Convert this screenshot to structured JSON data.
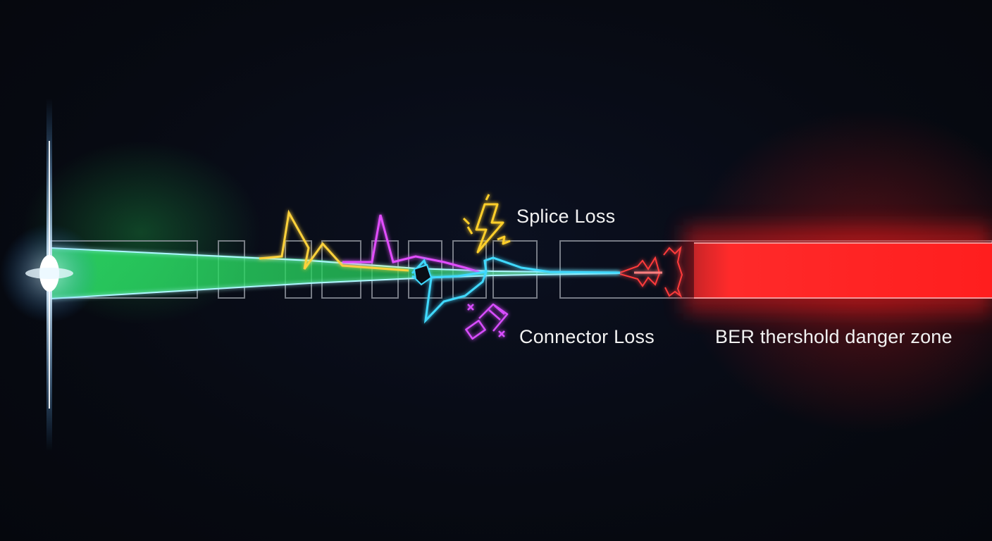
{
  "labels": {
    "splice_loss": "Splice Loss",
    "connector_loss": "Connector Loss",
    "ber_zone": "BER thershold danger zone"
  },
  "icons": [
    "light-source-flare",
    "lightning-bolt-icon",
    "broken-connector-icon",
    "noise-burst-icon"
  ],
  "colors": {
    "background": "#070a12",
    "source": "#bfe8ff",
    "signal": "#2ee86a",
    "splice_glitch": "#ffd23a",
    "connector_glitch": "#e24dff",
    "degraded": "#3fd9ff",
    "danger": "#ff2020",
    "fiber_outline": "#9a9fa8"
  }
}
